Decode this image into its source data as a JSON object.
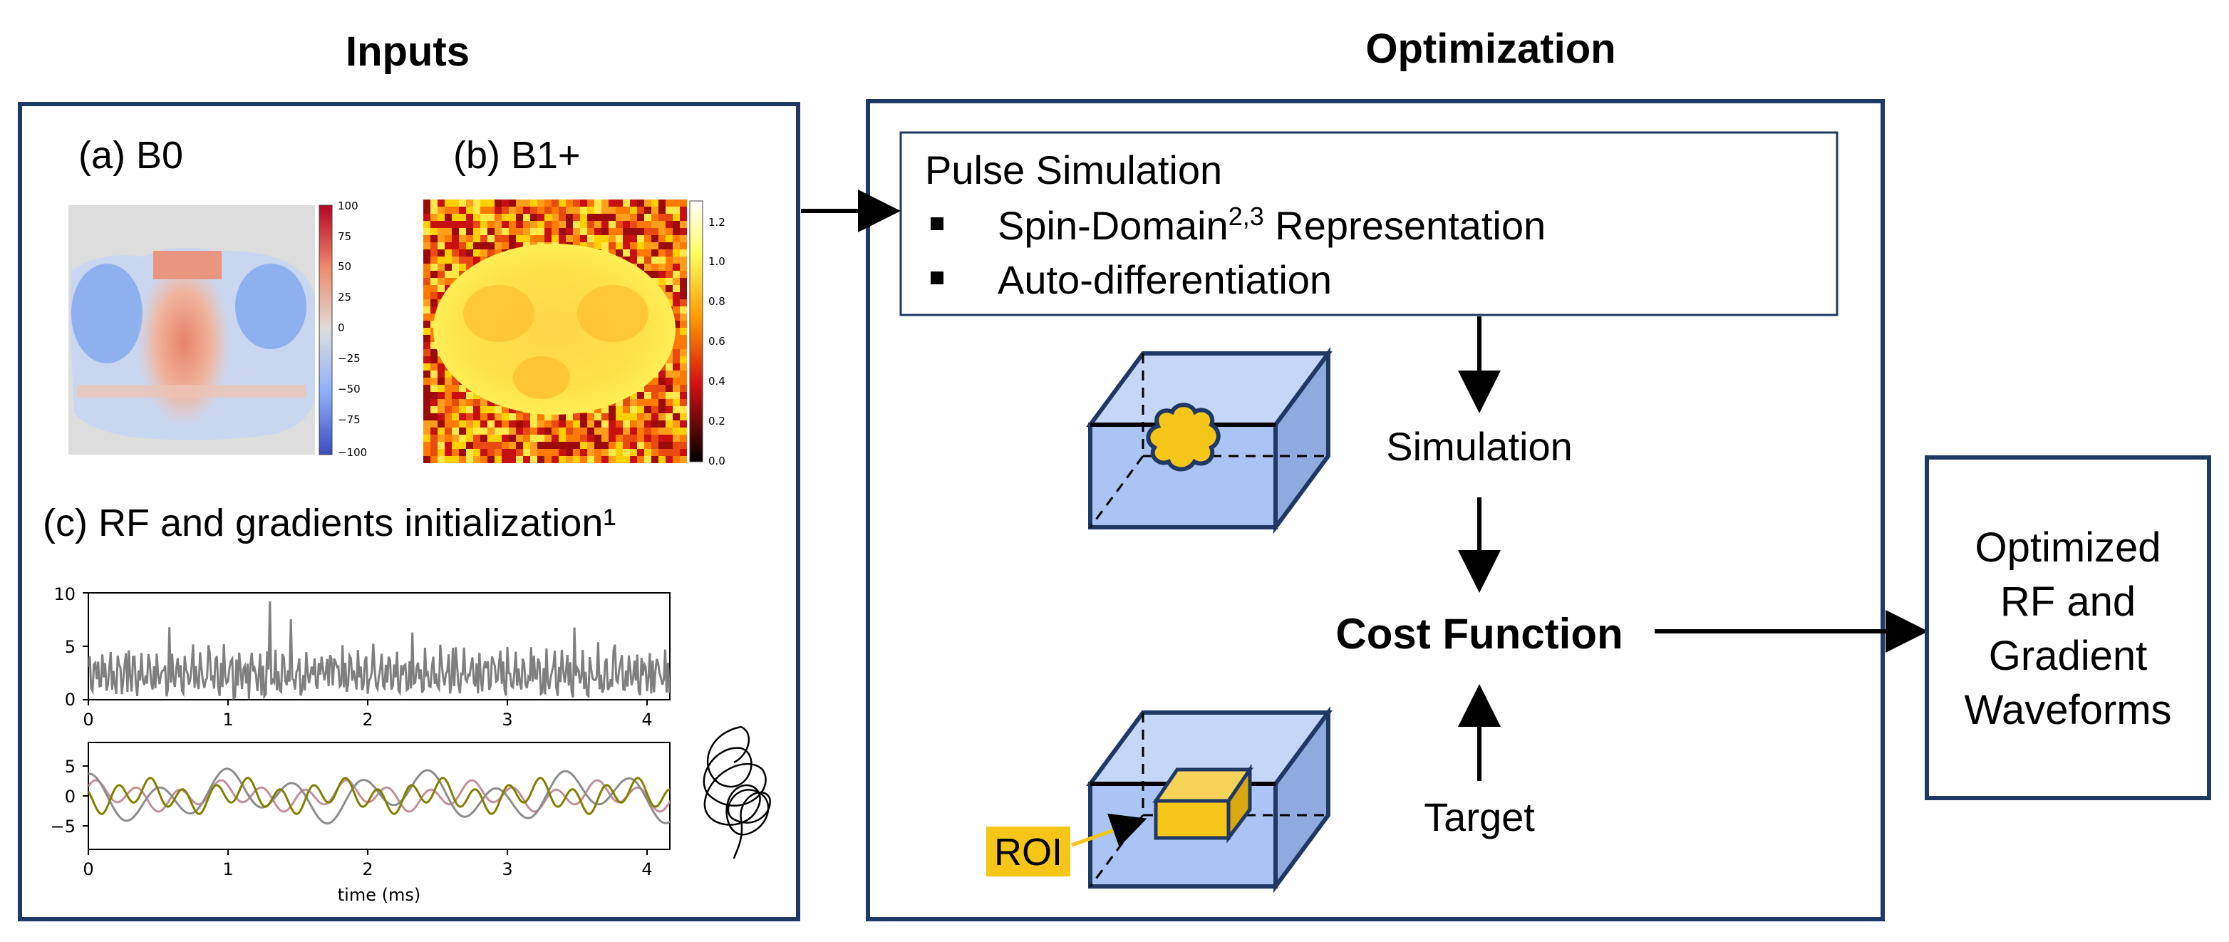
{
  "inputs": {
    "title": "Inputs",
    "b0": {
      "label": "(a) B0",
      "colorbar_ticks": [
        "100",
        "75",
        "50",
        "25",
        "0",
        "−25",
        "−50",
        "−75",
        "−100"
      ]
    },
    "b1": {
      "label": "(b) B1+",
      "colorbar_ticks": [
        "1.2",
        "1.0",
        "0.8",
        "0.6",
        "0.4",
        "0.2",
        "0.0"
      ]
    },
    "rf": {
      "label": "(c) RF and gradients initialization¹",
      "top_plot": {
        "y_ticks": [
          "10",
          "5",
          "0"
        ],
        "x_ticks": [
          "0",
          "1",
          "2",
          "3",
          "4"
        ]
      },
      "bottom_plot": {
        "y_ticks": [
          "5",
          "0",
          "−5"
        ],
        "x_ticks": [
          "0",
          "1",
          "2",
          "3",
          "4"
        ],
        "xlabel": "time (ms)"
      },
      "colors": {
        "rf": "#7f7f7f",
        "gx": "#c0909a",
        "gy": "#808000",
        "gz": "#8c8c8c"
      }
    }
  },
  "optimization": {
    "title": "Optimization",
    "pulse_box": {
      "title": "Pulse Simulation",
      "bullets": [
        {
          "text": "Spin-Domain",
          "sup": "2,3",
          "suffix": " Representation"
        },
        {
          "text": "Auto-differentiation",
          "sup": "",
          "suffix": ""
        }
      ]
    },
    "simulation_label": "Simulation",
    "cost_label": "Cost Function",
    "target_label": "Target",
    "roi_label": "ROI",
    "colors": {
      "cube_fill": "#a9c4f5",
      "cube_edge": "#1f3864",
      "blob": "#f5c518",
      "roi_bg": "#f5c518"
    }
  },
  "output": {
    "lines": [
      "Optimized",
      "RF and",
      "Gradient",
      "Waveforms"
    ]
  },
  "colors": {
    "frame": "#1f3864",
    "arrow": "#000000"
  }
}
